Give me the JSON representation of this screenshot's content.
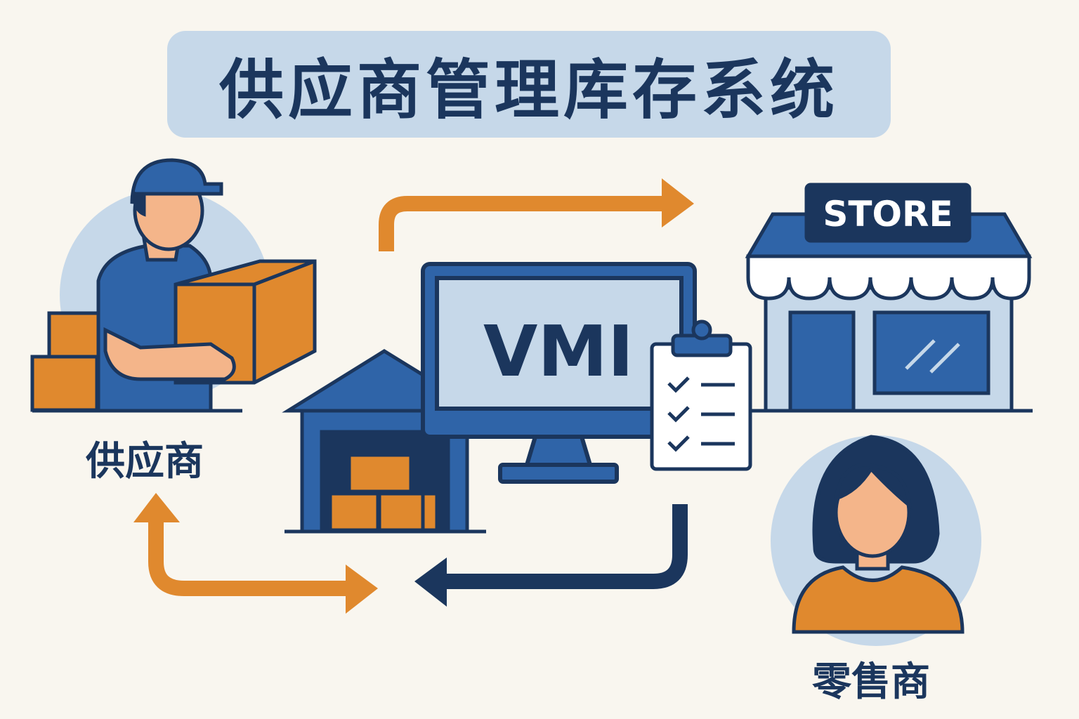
{
  "title": "供应商管理库存系统",
  "labels": {
    "supplier": "供应商",
    "retailer": "零售商",
    "monitor": "VMI",
    "store_sign": "STORE"
  },
  "colors": {
    "background": "#f9f6ef",
    "title_box": "#c6d8e9",
    "navy": "#1b365d",
    "blue": "#2f64a8",
    "orange": "#e0892e",
    "light_blue": "#c6d8e9"
  },
  "icons": [
    "delivery-person-icon",
    "box-icon",
    "warehouse-icon",
    "monitor-icon",
    "clipboard-checklist-icon",
    "store-icon",
    "retailer-person-icon",
    "arrow-icon"
  ]
}
